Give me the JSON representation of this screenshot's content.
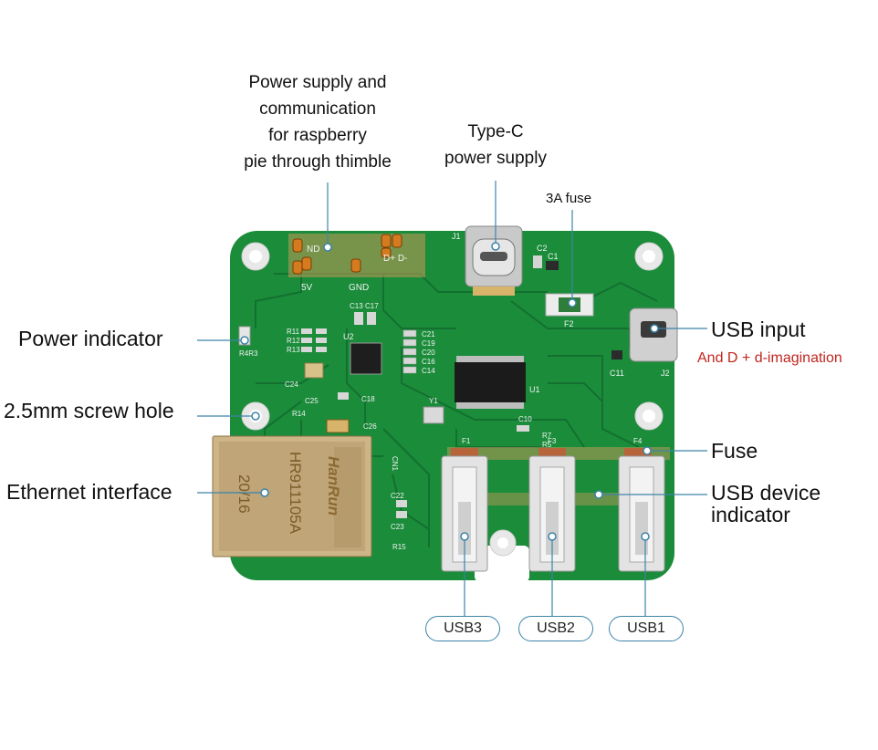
{
  "colors": {
    "pcb": "#1a8c3a",
    "trace": "#137030",
    "silkscreen": "#f2f2f2",
    "leader": "#3c84a8",
    "accent_red": "#c0251e"
  },
  "labels": {
    "raspberry_power": [
      "Power supply and",
      "communication",
      "for raspberry",
      "pie through thimble"
    ],
    "typec": [
      "Type-C",
      "power supply"
    ],
    "fuse_3a": "3A fuse",
    "power_indicator": "Power indicator",
    "screw_hole": "2.5mm screw hole",
    "ethernet": "Ethernet interface",
    "usb_input": "USB input",
    "usb_input_note": "And D + d-imagination",
    "fuse": "Fuse",
    "usb_device_indicator": [
      "USB device",
      "indicator"
    ]
  },
  "ports": {
    "usb3": "USB3",
    "usb2": "USB2",
    "usb1": "USB1"
  },
  "silkscreen": {
    "pin_5v": "5V",
    "pin_gnd": "GND",
    "pin_vd": "ND",
    "pin_d": "D+ D-",
    "j1": "J1",
    "j2": "J2",
    "u1": "U1",
    "u2": "U2",
    "y1": "Y1",
    "f1": "F1",
    "f2": "F2",
    "f3": "F3",
    "f4": "F4",
    "cn1": "CN1",
    "r4r3": "R4R3",
    "c2": "C2",
    "c1": "C1",
    "c11": "C11",
    "c13": "C13",
    "c17": "C17",
    "c21": "C21",
    "c19": "C19",
    "c20": "C20",
    "c16": "C16",
    "c14": "C14",
    "c26": "C26",
    "c18": "C18",
    "c24": "C24",
    "c25": "C25",
    "c22": "C22",
    "c23": "C23",
    "c10": "C10",
    "r14": "R14",
    "r15": "R15",
    "r11": "R11",
    "r12": "R12",
    "r13": "R13",
    "r7": "R7",
    "r5": "R5"
  },
  "rj45": {
    "brand": "HanRun",
    "model": "HR911105A",
    "date": "20/16"
  }
}
